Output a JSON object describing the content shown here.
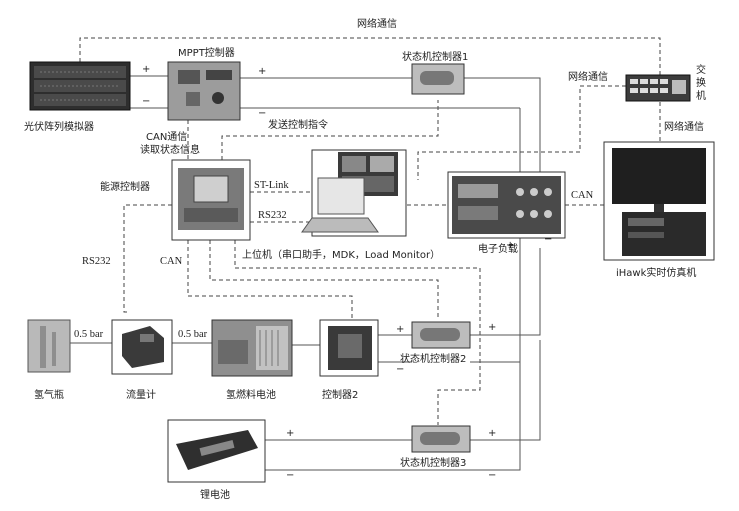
{
  "labels": {
    "network_top": "网络通信",
    "network_right": "网络通信",
    "network_switch_side": "网络通信",
    "switch": "交换机",
    "pv_simulator": "光伏阵列模拟器",
    "mppt_controller": "MPPT控制器",
    "sm_controller_1": "状态机控制器1",
    "sm_controller_2": "状态机控制器2",
    "sm_controller_3": "状态机控制器3",
    "can_read_status_1": "CAN通信",
    "can_read_status_2": "读取状态信息",
    "send_control_cmd": "发送控制指令",
    "power_controller": "能源控制器",
    "st_link": "ST-Link",
    "rs232_link": "RS232",
    "host_pc": "上位机（串口助手，MDK，Load Monitor）",
    "electronic_load": "电子负载",
    "can_link": "CAN",
    "ihawk": "iHawk实时仿真机",
    "rs232_left": "RS232",
    "can_left": "CAN",
    "hydrogen_bottle": "氢气瓶",
    "pressure_1": "0.5 bar",
    "flowmeter": "流量计",
    "pressure_2": "0.5 bar",
    "fuel_cell": "氢燃料电池",
    "controller_2": "控制器2",
    "lithium_battery": "锂电池"
  },
  "signs": {
    "plus": "+",
    "minus": "−"
  },
  "colors": {
    "wire": "#555555",
    "dashed_link": "#444444"
  }
}
